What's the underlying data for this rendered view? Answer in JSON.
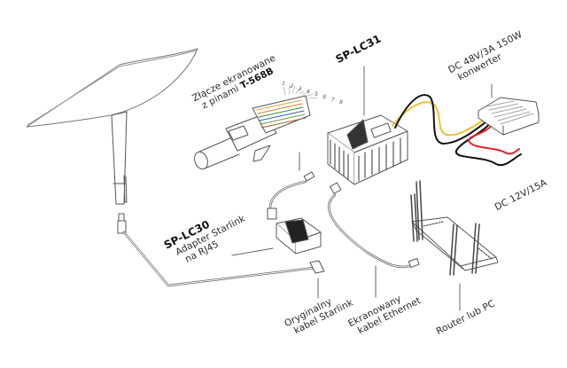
{
  "diagram": {
    "components": {
      "dish": {
        "name": "Starlink dish"
      },
      "connector": {
        "label_line1": "Złącze ekranowane",
        "label_line2_prefix": "z pinami ",
        "label_line2_bold": "T-568B",
        "pins": [
          "1",
          "2",
          "3",
          "4",
          "5",
          "6",
          "7",
          "8"
        ]
      },
      "sp_lc31": {
        "title": "SP-LC31"
      },
      "converter": {
        "label_line1": "DC 48V/3A 150W",
        "label_line2": "konwerter"
      },
      "dc_output": {
        "label": "DC 12V/15A"
      },
      "sp_lc30": {
        "title": "SP-LC30",
        "label_line1": "Adapter Starlink",
        "label_line2": "na RJ45"
      },
      "starlink_cable": {
        "label_line1": "Oryginalny",
        "label_line2": "kabel Starlink"
      },
      "ethernet_cable": {
        "label_line1": "Ekranowany",
        "label_line2": "kabel Ethernet"
      },
      "router": {
        "label": "Router lub PC"
      }
    },
    "colors": {
      "line": "#555555",
      "wire_yellow": "#f2c12e",
      "wire_black": "#111111",
      "wire_red": "#e0212b"
    }
  }
}
